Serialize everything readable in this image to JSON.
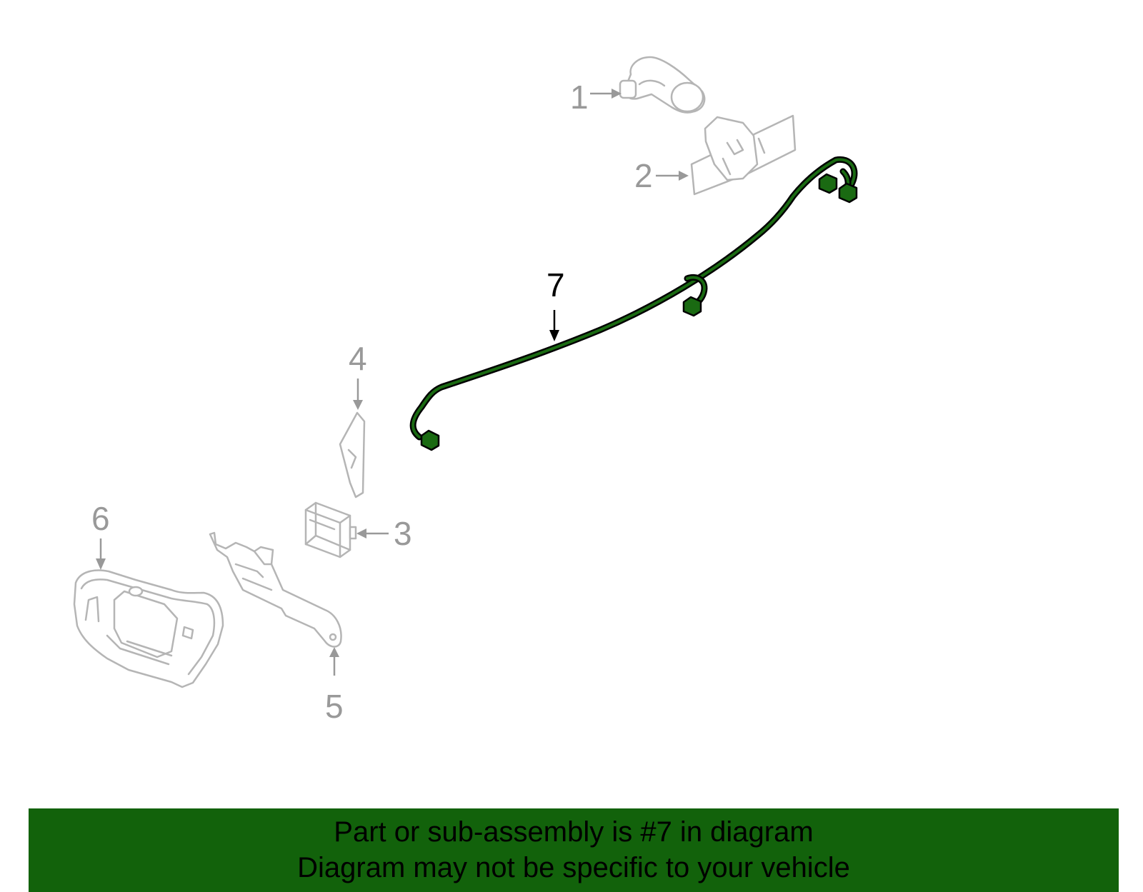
{
  "callouts": {
    "c1": "1",
    "c2": "2",
    "c3": "3",
    "c4": "4",
    "c5": "5",
    "c6": "6",
    "c7": "7"
  },
  "banner": {
    "line1": "Part or sub-assembly is #7 in diagram",
    "line2": "Diagram may not be specific to your vehicle"
  },
  "colors": {
    "banner_bg": "#12620b",
    "harness": "#1a6a12",
    "part_outline": "#b5b5b5",
    "callout_gray": "#999999"
  }
}
